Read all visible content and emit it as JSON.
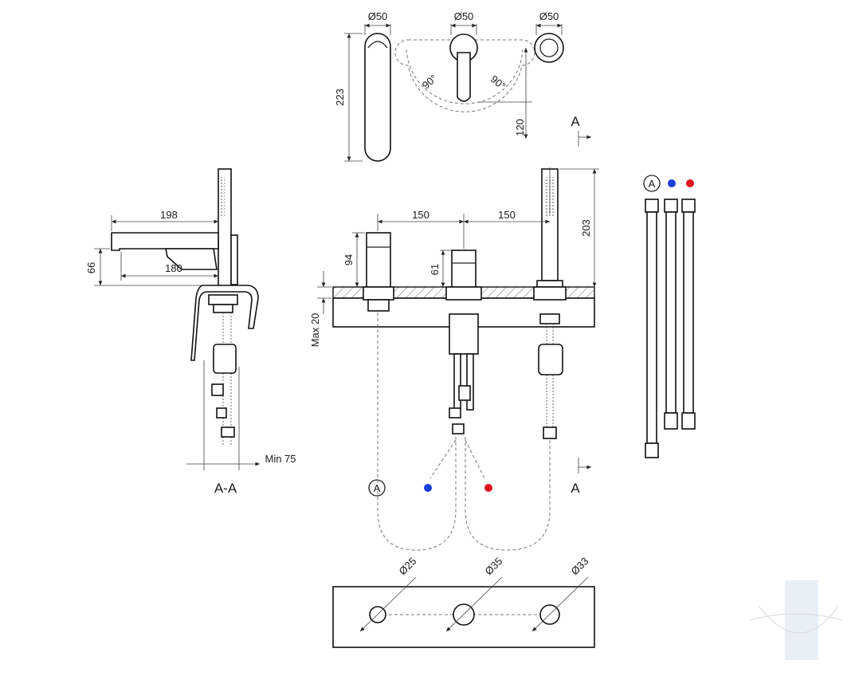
{
  "dimensions": {
    "top_dia_left": "Ø50",
    "top_dia_center": "Ø50",
    "top_dia_right": "Ø50",
    "spout_height": "223",
    "rotation_left": "90°",
    "rotation_right": "90°",
    "lever_height": "120",
    "side_reach": "198",
    "side_outlet": "180",
    "side_height": "66",
    "spacing_left": "150",
    "spacing_right": "150",
    "spout_body_height": "94",
    "mixer_height": "61",
    "handshower_height": "203",
    "max_deck": "Max 20",
    "min_clearance": "Min 75",
    "hole_small": "Ø25",
    "hole_mid": "Ø35",
    "hole_large": "Ø33"
  },
  "labels": {
    "section_marker_top": "A",
    "section_marker_bottom": "A",
    "section_view": "A-A",
    "hose_code": "A",
    "legend_code": "A"
  },
  "colors": {
    "cold": "#1a3fd9",
    "hot": "#e0141b",
    "line": "#222222"
  }
}
